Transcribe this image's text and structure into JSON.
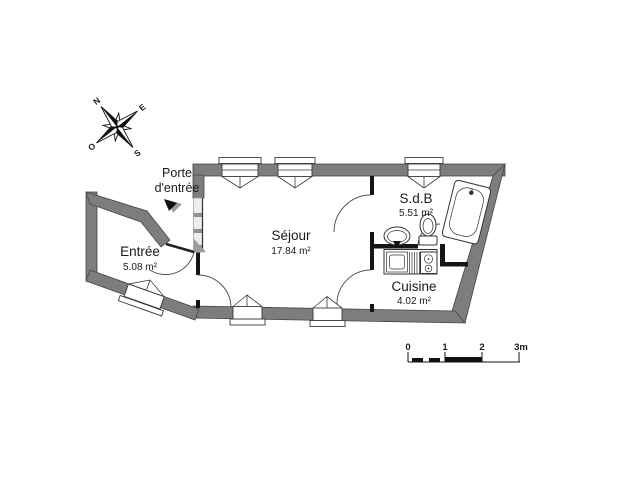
{
  "compass": {
    "n": "N",
    "e": "E",
    "s": "S",
    "o": "O"
  },
  "entry_door_label": {
    "line1": "Porte",
    "line2": "d'entrée"
  },
  "rooms": {
    "entree": {
      "name": "Entrée",
      "area": "5.08 m²"
    },
    "sejour": {
      "name": "Séjour",
      "area": "17.84 m²"
    },
    "sdb": {
      "name": "S.d.B",
      "area": "5.51 m²"
    },
    "cuisine": {
      "name": "Cuisine",
      "area": "4.02 m²"
    }
  },
  "scale_bar": {
    "ticks": [
      "0",
      "1",
      "2",
      "3m"
    ]
  },
  "colors": {
    "outer_wall": "#7d7d7d",
    "outer_wall_outline": "#454545",
    "partition": "#151515",
    "fixture_line": "#333333",
    "text": "#1a1a1a",
    "background": "#ffffff"
  }
}
